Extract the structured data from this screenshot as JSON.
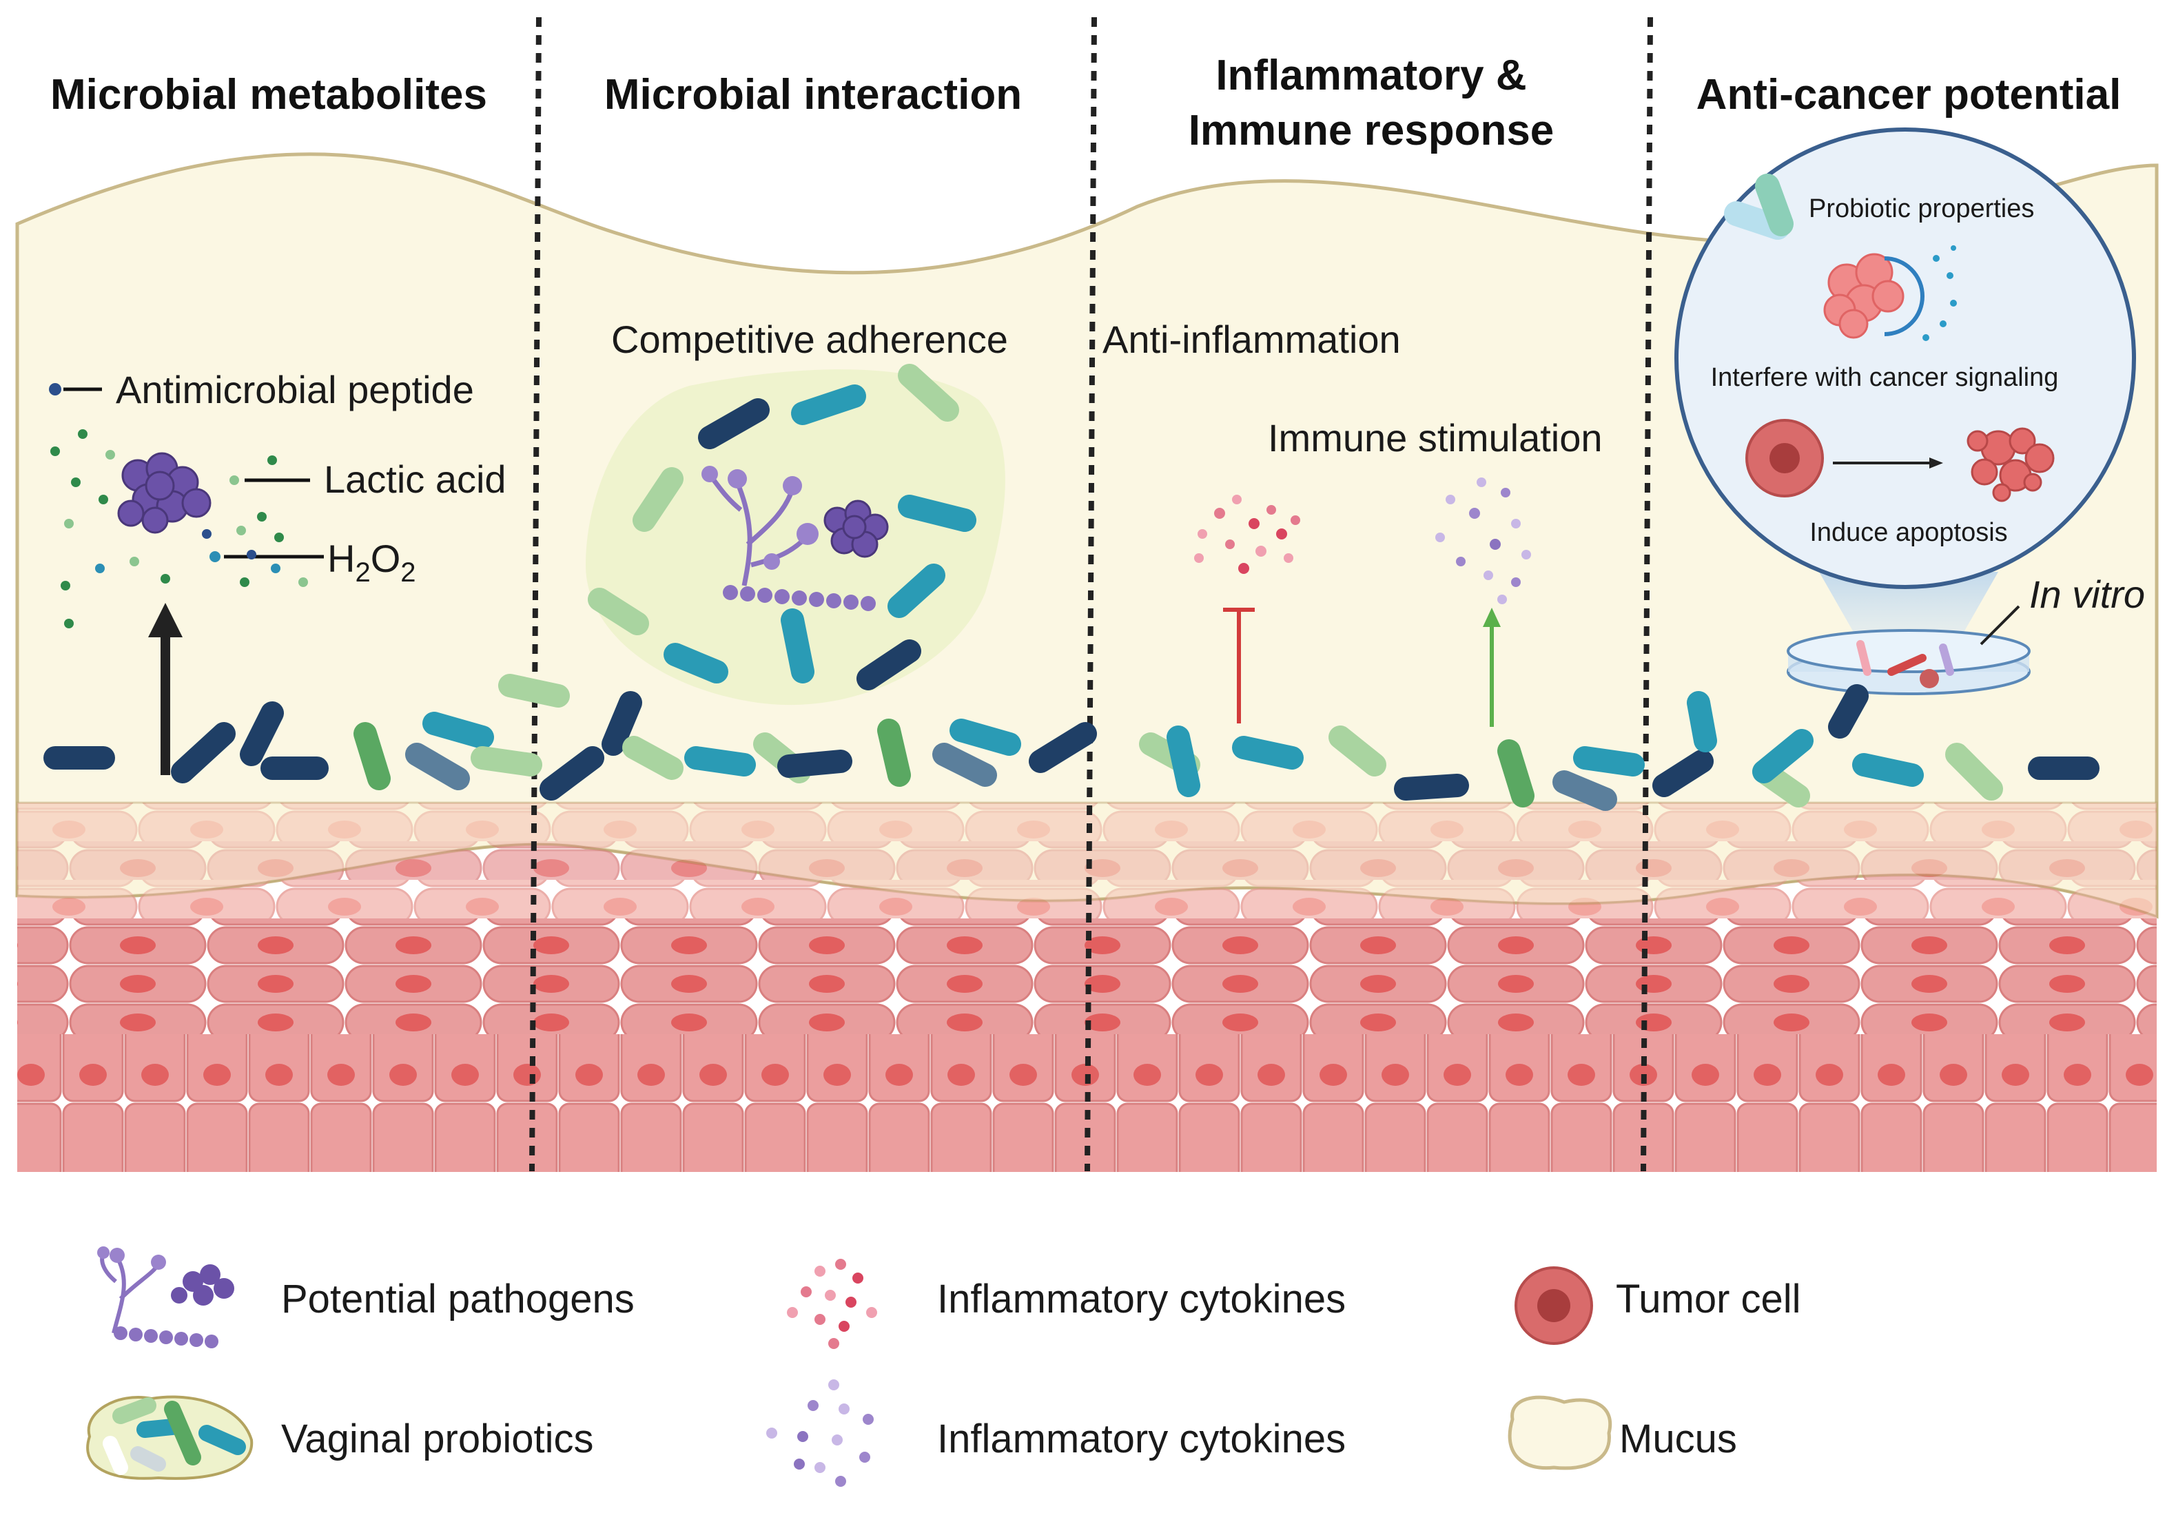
{
  "headers": {
    "metabolites": "Microbial metabolites",
    "interaction": "Microbial interaction",
    "inflammatory_line1": "Inflammatory &",
    "inflammatory_line2": "Immune response",
    "anticancer": "Anti-cancer potential"
  },
  "panel_metabolites": {
    "antimicrobial_peptide": "Antimicrobial peptide",
    "lactic_acid": "Lactic acid",
    "h2o2_main": "H",
    "h2o2_sub1": "2",
    "h2o2_o": "O",
    "h2o2_sub2": "2"
  },
  "panel_interaction": {
    "competitive_adherence": "Competitive adherence"
  },
  "panel_inflammatory": {
    "anti_inflammation": "Anti-inflammation",
    "immune_stimulation": "Immune stimulation"
  },
  "panel_anticancer": {
    "probiotic_properties": "Probiotic properties",
    "interfere_signaling": "Interfere with cancer signaling",
    "induce_apoptosis": "Induce apoptosis",
    "in_vitro": "In vitro"
  },
  "legend": {
    "pathogens": "Potential pathogens",
    "probiotics": "Vaginal probiotics",
    "cytokines_pink": "Inflammatory cytokines",
    "cytokines_purple": "Inflammatory cytokines",
    "tumor_cell": "Tumor cell",
    "mucus": "Mucus"
  },
  "colors": {
    "mucus": "#fbf7e3",
    "mucus_outline": "#c9b98a",
    "navy": "#1f3f66",
    "teal": "#2a9bb5",
    "green": "#5aa862",
    "light_green": "#a9d4a0",
    "tissue": "#eaa0a0",
    "tissue_dark": "#d87070",
    "nucleus": "#e05a5a",
    "arrow_red": "#d23b3b",
    "arrow_green": "#5bb04b",
    "circle_fill": "#e9f1f9",
    "circle_border": "#3a5f8e"
  }
}
